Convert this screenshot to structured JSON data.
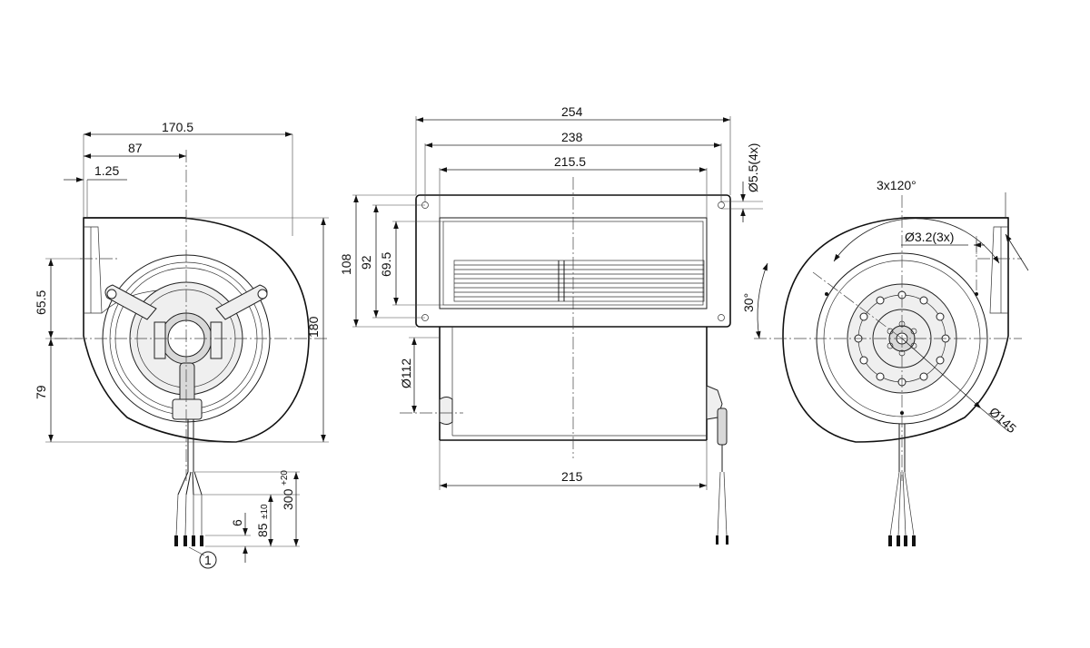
{
  "front_view": {
    "dims": {
      "width_total": "170.5",
      "to_center": "87",
      "offset": "1.25",
      "upper_height": "65.5",
      "lower_height": "79",
      "total_height": "180",
      "cable_length": "300",
      "cable_length_tol": "+20",
      "strip_length": "85",
      "strip_length_tol": "±10",
      "strip_end": "6"
    },
    "callout": "1"
  },
  "side_view": {
    "dims": {
      "flange_width": "254",
      "hole_spacing": "238",
      "opening_width": "215.5",
      "flange_height": "108",
      "hole_height": "92",
      "opening_height": "69.5",
      "impeller_diameter": "Ø112",
      "housing_width": "215",
      "hole_diameter": "Ø5.5(4x)"
    }
  },
  "rear_view": {
    "dims": {
      "angle_pattern": "3x120°",
      "hole_diameter": "Ø3.2(3x)",
      "start_angle": "30°",
      "bolt_circle": "Ø145"
    }
  }
}
